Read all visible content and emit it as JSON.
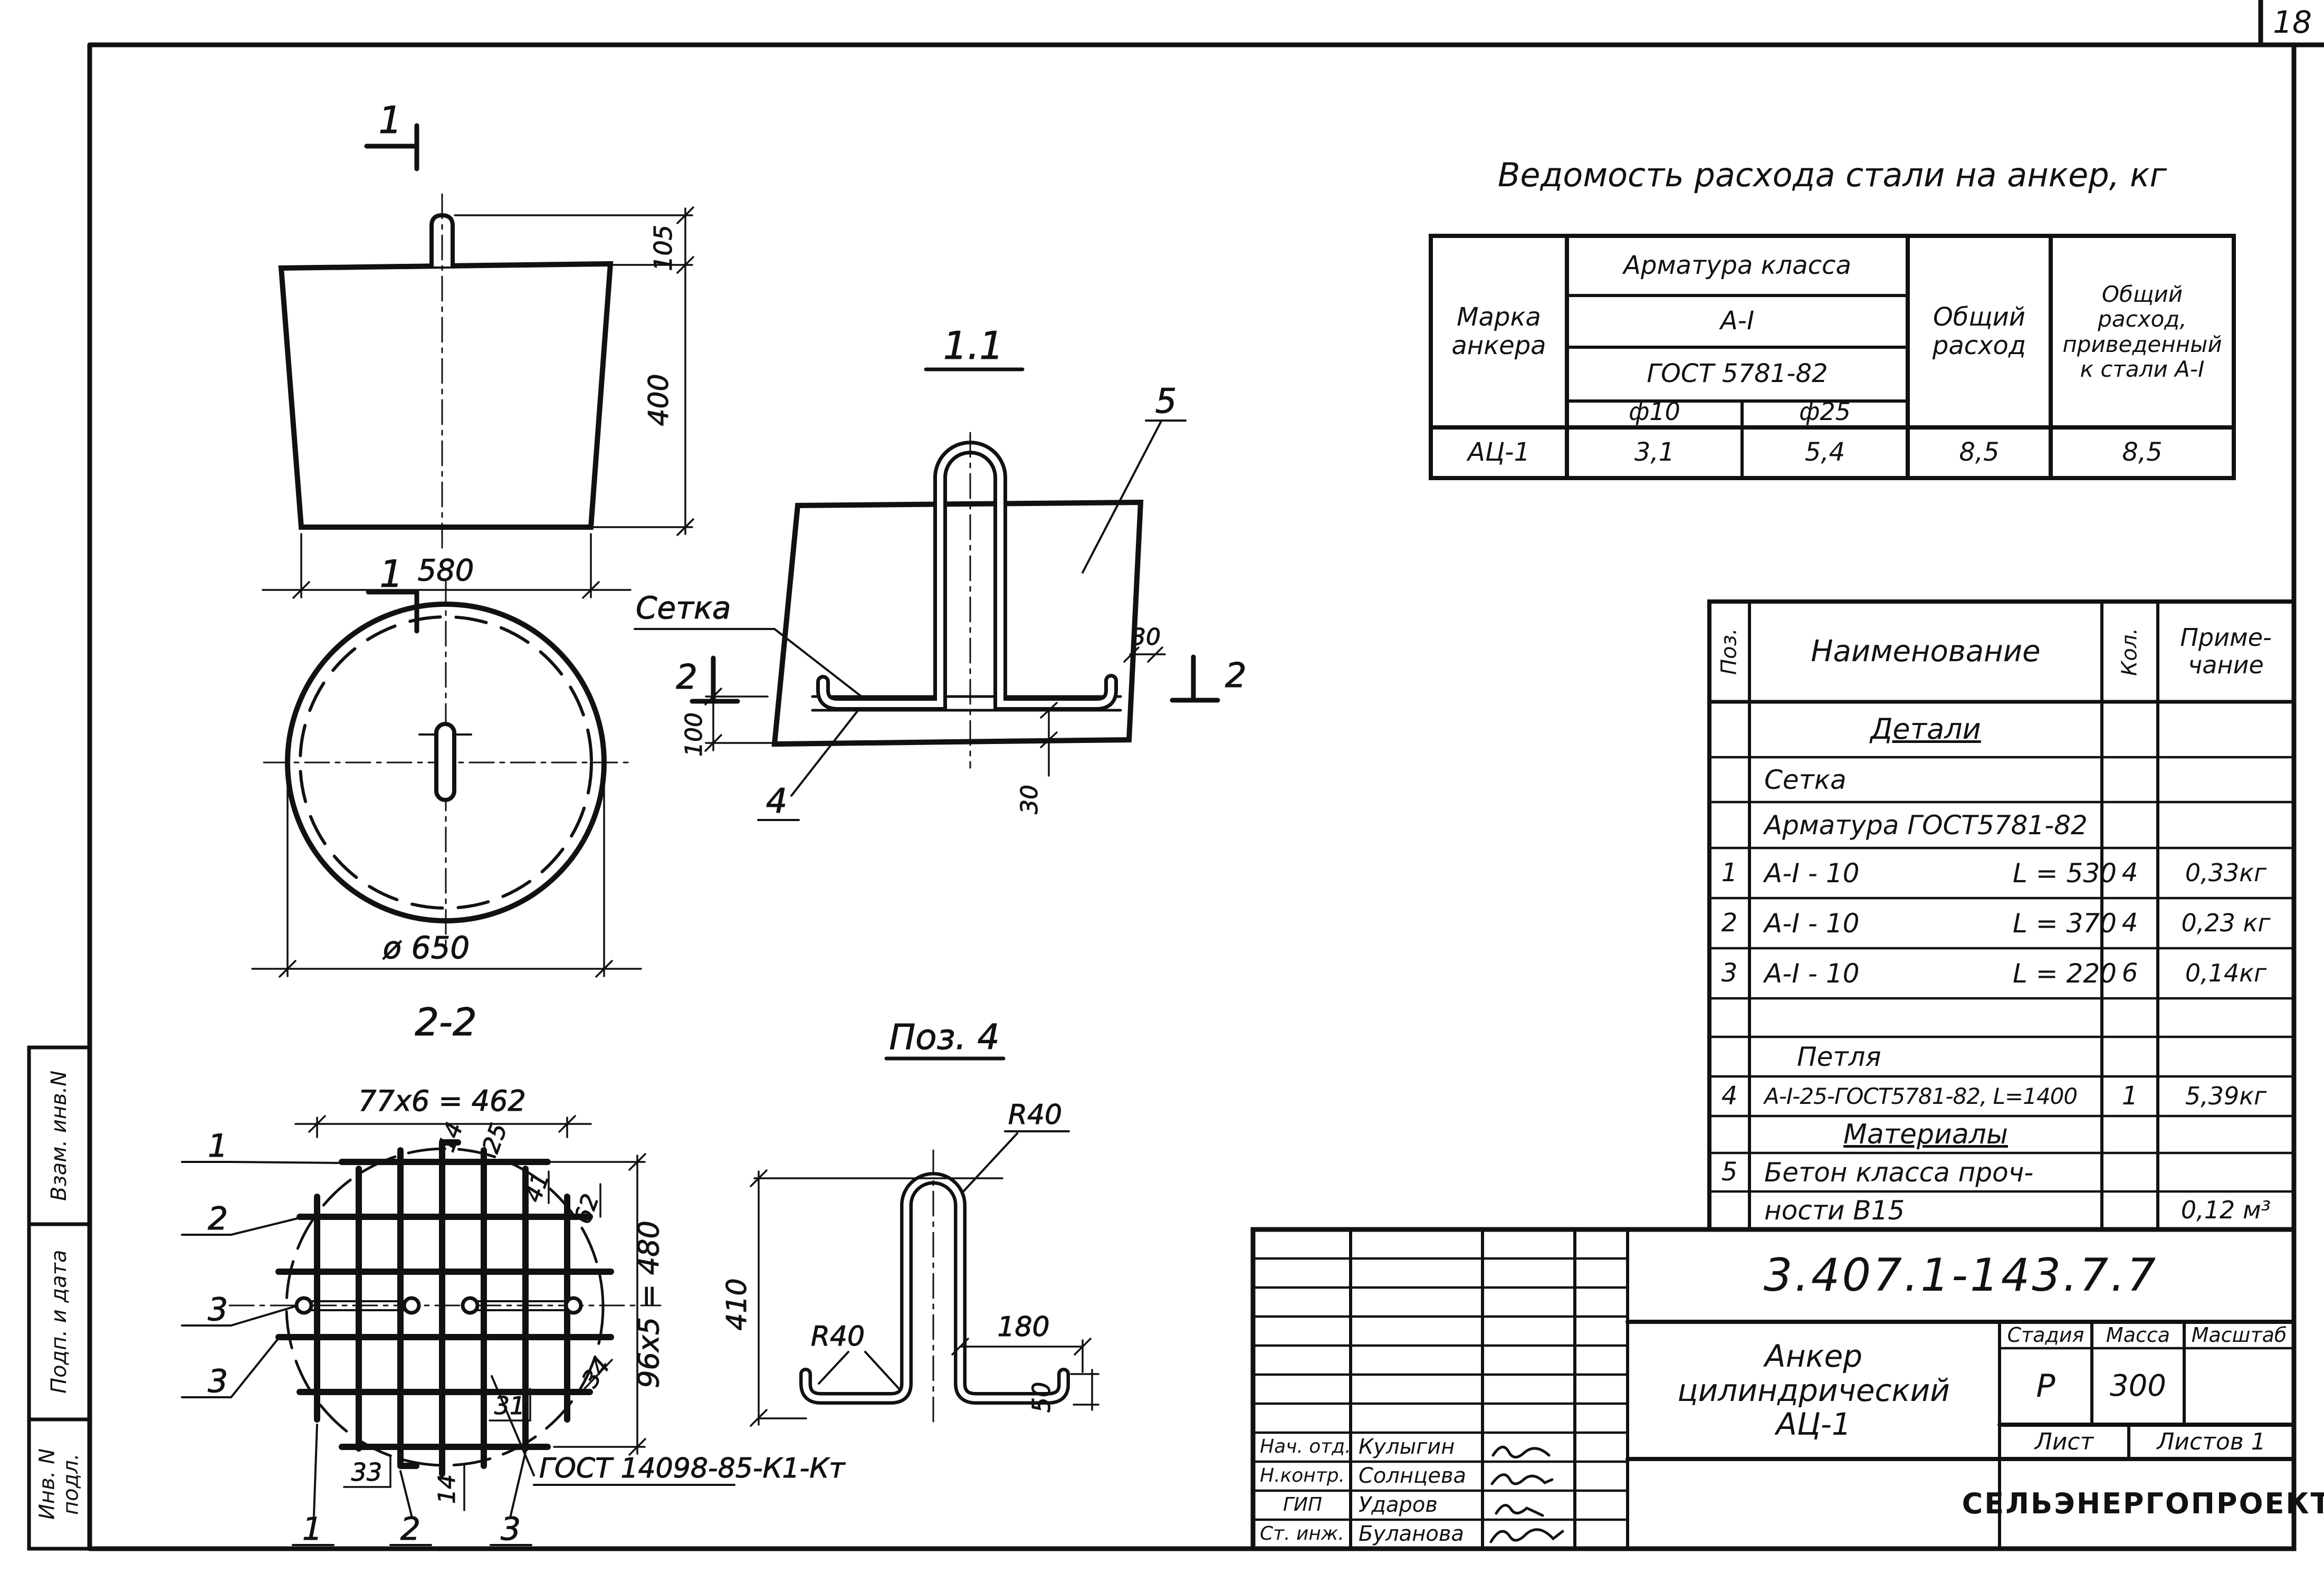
{
  "page": {
    "sheet_number": "18"
  },
  "side_stamp": {
    "cell_top": "Взам. инв.N",
    "cell_mid": "Подп. и дата",
    "cell_bot": "Инв. N подл."
  },
  "steel_table": {
    "title": "Ведомость расхода стали на анкер, кг",
    "marka_header": "Марка\nанкера",
    "armatura_header": "Арматура   класса",
    "class_value": "А-I",
    "gost": "ГОСТ 5781-82",
    "d10": "ф10",
    "d25": "ф25",
    "total_header": "Общий\nрасход",
    "reduced_header": "Общий\nрасход,\nприведенный\nк стали А-I",
    "row": {
      "marka": "АЦ-1",
      "v10": "3,1",
      "v25": "5,4",
      "total": "8,5",
      "reduced": "8,5"
    }
  },
  "spec_table": {
    "pos_h": "Поз.",
    "name_h": "Наименование",
    "qty_h": "Кол.",
    "note_h": "Приме-\nчание",
    "rows": [
      {
        "pos": "",
        "name": "Детали",
        "qty": "",
        "note": ""
      },
      {
        "pos": "",
        "name": "Сетка",
        "qty": "",
        "note": ""
      },
      {
        "pos": "",
        "name": "Арматура ГОСТ5781-82",
        "qty": "",
        "note": ""
      },
      {
        "pos": "1",
        "name": "А-I - 10",
        "len": "L = 530",
        "qty": "4",
        "note": "0,33кг"
      },
      {
        "pos": "2",
        "name": "А-I - 10",
        "len": "L = 370",
        "qty": "4",
        "note": "0,23 кг"
      },
      {
        "pos": "3",
        "name": "А-I - 10",
        "len": "L = 220",
        "qty": "6",
        "note": "0,14кг"
      },
      {
        "pos": "",
        "name": "",
        "qty": "",
        "note": ""
      },
      {
        "pos": "",
        "name": "Петля",
        "qty": "",
        "note": ""
      },
      {
        "pos": "4",
        "name": "А-I-25-ГОСТ5781-82, L=1400",
        "qty": "1",
        "note": "5,39кг"
      },
      {
        "pos": "",
        "name": "Материалы",
        "qty": "",
        "note": ""
      },
      {
        "pos": "5",
        "name": "Бетон класса проч-",
        "qty": "",
        "note": ""
      },
      {
        "pos": "",
        "name": "ности  В15",
        "qty": "",
        "note": "0,12 м³"
      }
    ]
  },
  "title_block": {
    "doc_number": "3.407.1-143.7.7",
    "title_line1": "Анкер цилиндрический",
    "title_line2": "АЦ-1",
    "stage_h": "Стадия",
    "mass_h": "Масса",
    "scale_h": "Масштаб",
    "stage": "Р",
    "mass": "300",
    "scale": "",
    "sheet_h": "Лист",
    "sheets_h": "Листов  1",
    "org": "СЕЛЬЭНЕРГОПРОЕКТ",
    "sig_rows": [
      {
        "role": "Нач. отд.",
        "name": "Кулыгин"
      },
      {
        "role": "Н.контр.",
        "name": "Солнцева"
      },
      {
        "role": "ГИП",
        "name": "Ударов"
      },
      {
        "role": "Ст. инж.",
        "name": "Буланова"
      }
    ]
  },
  "drawing": {
    "sec1_top": "1",
    "sec1_bottom": "1",
    "sec2_left": "2",
    "sec2_right": "2",
    "view11_title": "1.1",
    "view22_title": "2-2",
    "pos4_title": "Поз. 4",
    "setka_label": "Сетка",
    "callout_4": "4",
    "callout_5": "5",
    "dim_105": "105",
    "dim_400": "400",
    "dim_580": "580",
    "dim_d650": "ø 650",
    "dim_30a": "30",
    "dim_100": "100",
    "dim_30b": "30",
    "mesh_dim_top": "77х6 = 462",
    "mesh_dim_right": "96х5 = 480",
    "dim_14a": "14",
    "dim_25": "25",
    "dim_41": "41",
    "dim_62": "62",
    "dim_34": "34",
    "dim_31": "31",
    "dim_33": "33",
    "dim_14b": "14",
    "mesh_callouts_left": [
      "1",
      "2",
      "3",
      "3"
    ],
    "mesh_callouts_bottom": [
      "1",
      "2",
      "3"
    ],
    "gost_weld": "ГОСТ 14098-85-К1-Кт",
    "r40a": "R40",
    "r40b": "R40",
    "dim_410": "410",
    "dim_180": "180",
    "dim_50": "50"
  }
}
